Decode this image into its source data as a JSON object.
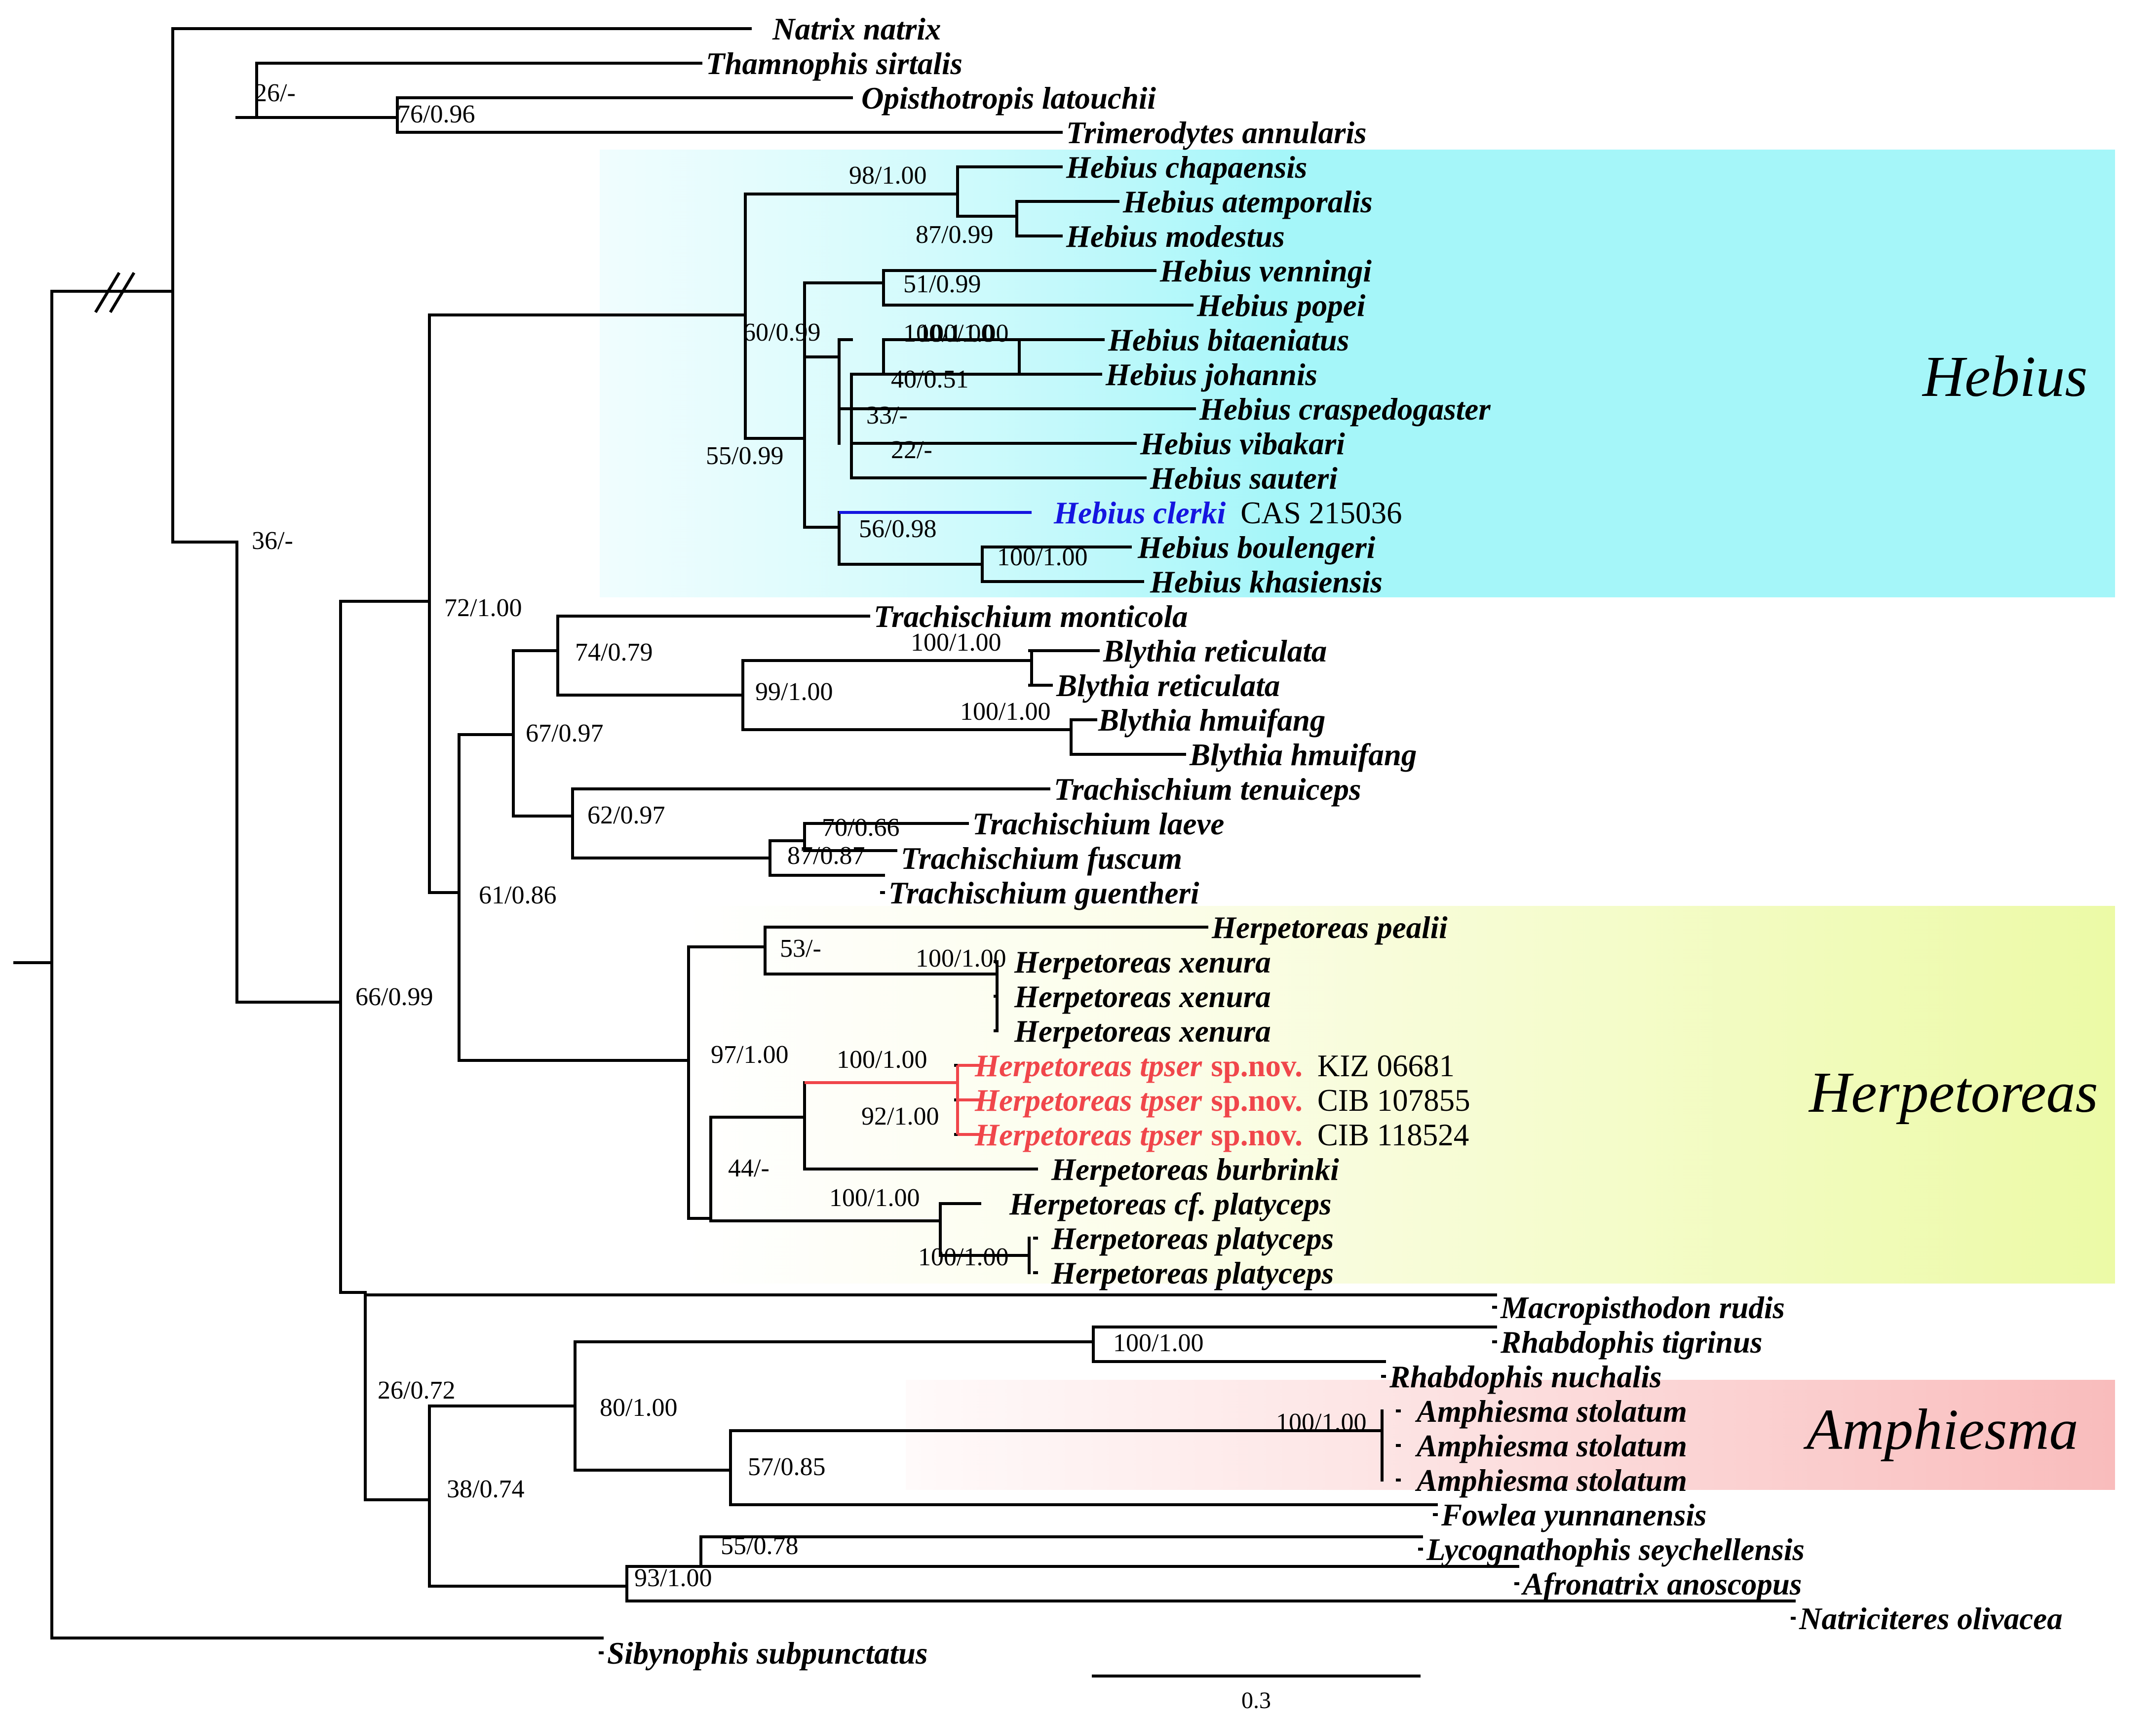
{
  "figure": {
    "scale_bar_label": "0.3",
    "clades": [
      {
        "name": "Hebius",
        "fill_from": "#e6fcfd",
        "fill_to": "#a5f6f9"
      },
      {
        "name": "Herpetoreas",
        "fill_from": "#ffffff",
        "fill_to": "#ecfaa6"
      },
      {
        "name": "Amphiesma",
        "fill_from": "#fffafa",
        "fill_to": "#f9bcbc"
      }
    ],
    "taxa": [
      {
        "name": "Natrix natrix",
        "voucher": "",
        "suffix": "",
        "color": "#000000"
      },
      {
        "name": "Thamnophis sirtalis",
        "voucher": "",
        "suffix": "",
        "color": "#000000"
      },
      {
        "name": "Opisthotropis latouchii",
        "voucher": "",
        "suffix": "",
        "color": "#000000"
      },
      {
        "name": "Trimerodytes annularis",
        "voucher": "",
        "suffix": "",
        "color": "#000000"
      },
      {
        "name": "Hebius chapaensis",
        "voucher": "",
        "suffix": "",
        "color": "#000000"
      },
      {
        "name": "Hebius atemporalis",
        "voucher": "",
        "suffix": "",
        "color": "#000000"
      },
      {
        "name": "Hebius modestus",
        "voucher": "",
        "suffix": "",
        "color": "#000000"
      },
      {
        "name": "Hebius venningi",
        "voucher": "",
        "suffix": "",
        "color": "#000000"
      },
      {
        "name": "Hebius popei",
        "voucher": "",
        "suffix": "",
        "color": "#000000"
      },
      {
        "name": "Hebius bitaeniatus",
        "voucher": "",
        "suffix": "",
        "color": "#000000"
      },
      {
        "name": "Hebius johannis",
        "voucher": "",
        "suffix": "",
        "color": "#000000"
      },
      {
        "name": "Hebius craspedogaster",
        "voucher": "",
        "suffix": "",
        "color": "#000000"
      },
      {
        "name": "Hebius vibakari",
        "voucher": "",
        "suffix": "",
        "color": "#000000"
      },
      {
        "name": "Hebius sauteri",
        "voucher": "",
        "suffix": "",
        "color": "#000000"
      },
      {
        "name": "Hebius clerki",
        "voucher": "CAS 215036",
        "suffix": "",
        "color": "#1515e0"
      },
      {
        "name": "Hebius boulengeri",
        "voucher": "",
        "suffix": "",
        "color": "#000000"
      },
      {
        "name": "Hebius khasiensis",
        "voucher": "",
        "suffix": "",
        "color": "#000000"
      },
      {
        "name": "Trachischium monticola",
        "voucher": "",
        "suffix": "",
        "color": "#000000"
      },
      {
        "name": "Blythia reticulata",
        "voucher": "",
        "suffix": "",
        "color": "#000000"
      },
      {
        "name": "Blythia reticulata",
        "voucher": "",
        "suffix": "",
        "color": "#000000"
      },
      {
        "name": "Blythia hmuifang",
        "voucher": "",
        "suffix": "",
        "color": "#000000"
      },
      {
        "name": "Blythia hmuifang",
        "voucher": "",
        "suffix": "",
        "color": "#000000"
      },
      {
        "name": "Trachischium tenuiceps",
        "voucher": "",
        "suffix": "",
        "color": "#000000"
      },
      {
        "name": "Trachischium laeve",
        "voucher": "",
        "suffix": "",
        "color": "#000000"
      },
      {
        "name": "Trachischium fuscum",
        "voucher": "",
        "suffix": "",
        "color": "#000000"
      },
      {
        "name": "Trachischium guentheri",
        "voucher": "",
        "suffix": "",
        "color": "#000000"
      },
      {
        "name": "Herpetoreas pealii",
        "voucher": "",
        "suffix": "",
        "color": "#000000"
      },
      {
        "name": "Herpetoreas xenura",
        "voucher": "",
        "suffix": "",
        "color": "#000000"
      },
      {
        "name": "Herpetoreas xenura",
        "voucher": "",
        "suffix": "",
        "color": "#000000"
      },
      {
        "name": "Herpetoreas xenura",
        "voucher": "",
        "suffix": "",
        "color": "#000000"
      },
      {
        "name": "Herpetoreas tpser",
        "voucher": "KIZ 06681",
        "suffix": "sp.nov.",
        "color": "#f0464b"
      },
      {
        "name": "Herpetoreas tpser",
        "voucher": "CIB 107855",
        "suffix": "sp.nov.",
        "color": "#f0464b"
      },
      {
        "name": "Herpetoreas tpser",
        "voucher": "CIB 118524",
        "suffix": "sp.nov.",
        "color": "#f0464b"
      },
      {
        "name": "Herpetoreas burbrinki",
        "voucher": "",
        "suffix": "",
        "color": "#000000"
      },
      {
        "name": "Herpetoreas cf. platyceps",
        "voucher": "",
        "suffix": "",
        "color": "#000000"
      },
      {
        "name": "Herpetoreas platyceps",
        "voucher": "",
        "suffix": "",
        "color": "#000000"
      },
      {
        "name": "Herpetoreas platyceps",
        "voucher": "",
        "suffix": "",
        "color": "#000000"
      },
      {
        "name": "Macropisthodon rudis",
        "voucher": "",
        "suffix": "",
        "color": "#000000"
      },
      {
        "name": "Rhabdophis tigrinus",
        "voucher": "",
        "suffix": "",
        "color": "#000000"
      },
      {
        "name": "Rhabdophis nuchalis",
        "voucher": "",
        "suffix": "",
        "color": "#000000"
      },
      {
        "name": "Amphiesma stolatum",
        "voucher": "",
        "suffix": "",
        "color": "#000000"
      },
      {
        "name": "Amphiesma stolatum",
        "voucher": "",
        "suffix": "",
        "color": "#000000"
      },
      {
        "name": "Amphiesma stolatum",
        "voucher": "",
        "suffix": "",
        "color": "#000000"
      },
      {
        "name": "Fowlea yunnanensis",
        "voucher": "",
        "suffix": "",
        "color": "#000000"
      },
      {
        "name": "Lycognathophis seychellensis",
        "voucher": "",
        "suffix": "",
        "color": "#000000"
      },
      {
        "name": "Afronatrix anoscopus",
        "voucher": "",
        "suffix": "",
        "color": "#000000"
      },
      {
        "name": "Natriciteres olivacea",
        "voucher": "",
        "suffix": "",
        "color": "#000000"
      },
      {
        "name": "Sibynophis subpunctatus",
        "voucher": "",
        "suffix": "",
        "color": "#000000"
      }
    ],
    "supports": [
      "26/-",
      "76/0.96",
      "98/1.00",
      "87/0.99",
      "100/1.00",
      "51/0.99",
      "60/0.99",
      "100/1.00",
      "40/0.51",
      "33/-",
      "22/-",
      "55/0.99",
      "56/0.98",
      "100/1.00",
      "36/-",
      "72/1.00",
      "74/0.79",
      "100/1.00",
      "99/1.00",
      "100/1.00",
      "67/0.97",
      "62/0.97",
      "70/0.66",
      "87/0.87",
      "61/0.86",
      "53/-",
      "100/1.00",
      "66/0.99",
      "97/1.00",
      "100/1.00",
      "92/1.00",
      "44/-",
      "100/1.00",
      "100/1.00",
      "26/0.72",
      "100/1.00",
      "80/1.00",
      "100/1.00",
      "57/0.85",
      "38/0.74",
      "55/0.78",
      "93/1.00"
    ]
  }
}
